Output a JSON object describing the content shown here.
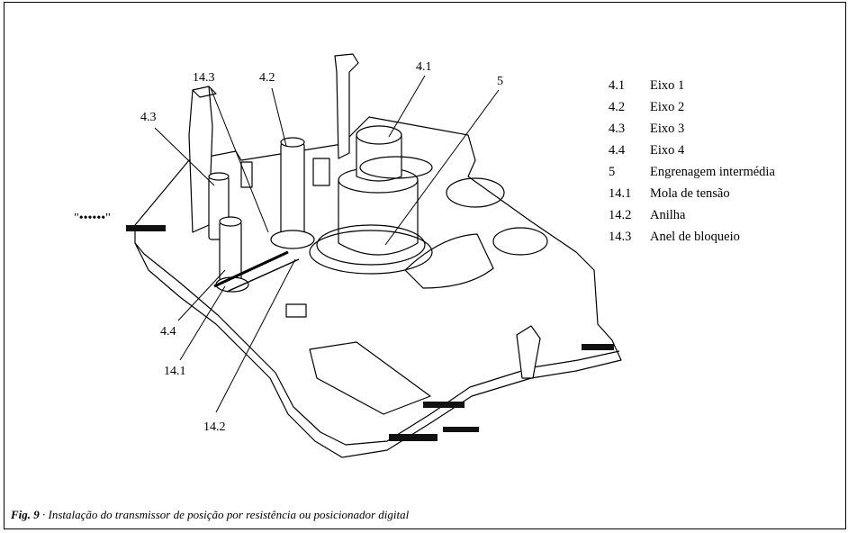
{
  "figure": {
    "caption_prefix": "Fig. 9",
    "caption_text": " · Instalação do transmissor de posição por resistência ou posicionador digital",
    "connector_label": "\"••••••\""
  },
  "callouts": [
    "4.1",
    "4.2",
    "4.3",
    "4.4",
    "5",
    "14.1",
    "14.2",
    "14.3"
  ],
  "legend": [
    {
      "key": "4.1",
      "text": "Eixo 1"
    },
    {
      "key": "4.2",
      "text": "Eixo 2"
    },
    {
      "key": "4.3",
      "text": "Eixo 3"
    },
    {
      "key": "4.4",
      "text": "Eixo 4"
    },
    {
      "key": "5",
      "text": "Engrenagem intermédia"
    },
    {
      "key": "14.1",
      "text": "Mola de tensão"
    },
    {
      "key": "14.2",
      "text": "Anilha"
    },
    {
      "key": "14.3",
      "text": "Anel de bloqueio"
    }
  ]
}
